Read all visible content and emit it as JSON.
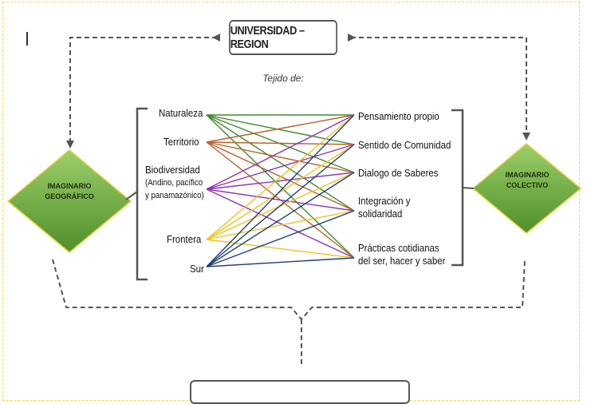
{
  "title": "UNIVERSIDAD – REGION",
  "subtitle": "Tejido de:",
  "left_diamond": {
    "line1": "IMAGINARIO",
    "line2": "GEOGRÁFICO"
  },
  "right_diamond": {
    "line1": "IMAGINARIO",
    "line2": "COLECTIVO"
  },
  "left_nodes": [
    {
      "label": "Naturaleza"
    },
    {
      "label": "Territorio"
    },
    {
      "label": "Biodiversidad",
      "line2": "(Andino, pacífico",
      "line3": "y panamazónico)"
    },
    {
      "label": "Frontera"
    },
    {
      "label": "Sur"
    }
  ],
  "right_nodes": [
    {
      "label": "Pensamiento propio"
    },
    {
      "label": "Sentido de Comunidad"
    },
    {
      "label": "Dialogo de Saberes"
    },
    {
      "label": "Integración y",
      "line2": "solidaridad"
    },
    {
      "label": "Prácticas cotidianas",
      "line2": "del ser, hacer y saber"
    }
  ],
  "connection_colors": [
    "#3d8b2f",
    "#b8622a",
    "#8e35b5",
    "#f2c21a",
    "#1f3f7a"
  ],
  "diamond_color": "#6aaa3c"
}
